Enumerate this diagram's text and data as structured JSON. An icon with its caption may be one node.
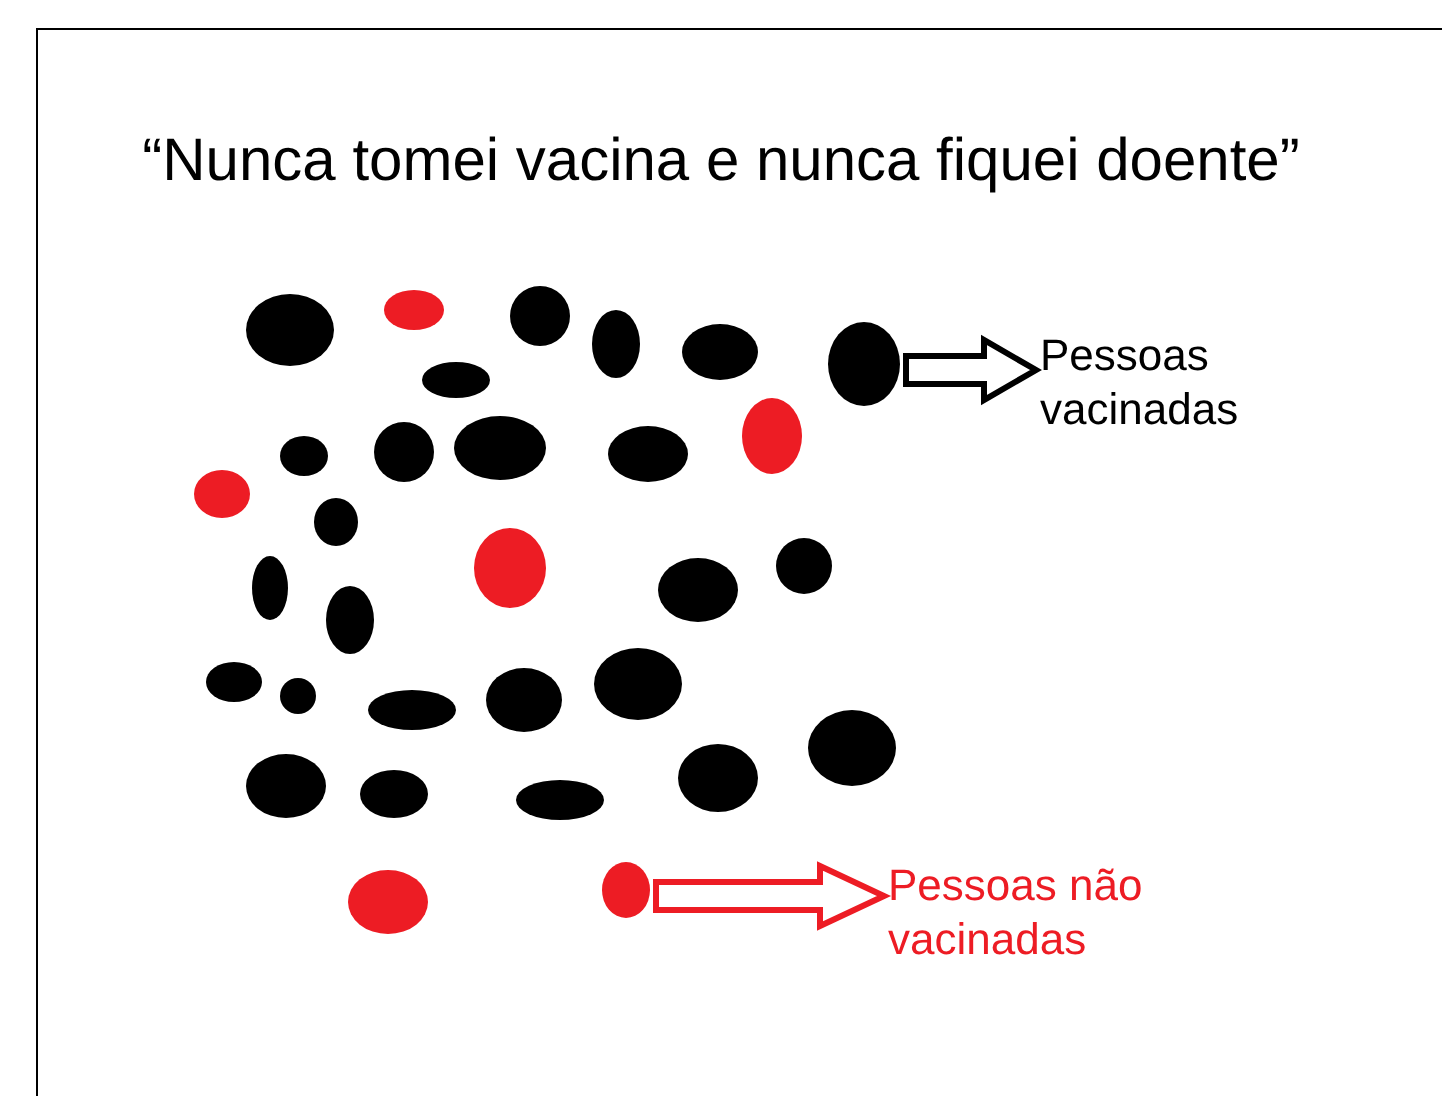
{
  "diagram": {
    "title": "“Nunca tomei vacina e nunca fiquei doente”",
    "nodes": [
      {
        "text": [],
        "shape": "ellipse"
      },
      {
        "text": [
          "Pessoas vacinadas"
        ]
      },
      {
        "text": [],
        "shape": "ellipse"
      },
      {
        "text": [
          "Pessoas não vacinadas"
        ]
      }
    ],
    "edges": [
      {
        "from": 0,
        "to": 1,
        "arrow": "to"
      },
      {
        "from": 2,
        "to": 3,
        "arrow": "to",
        "color": "#ed1c24"
      }
    ]
  }
}
